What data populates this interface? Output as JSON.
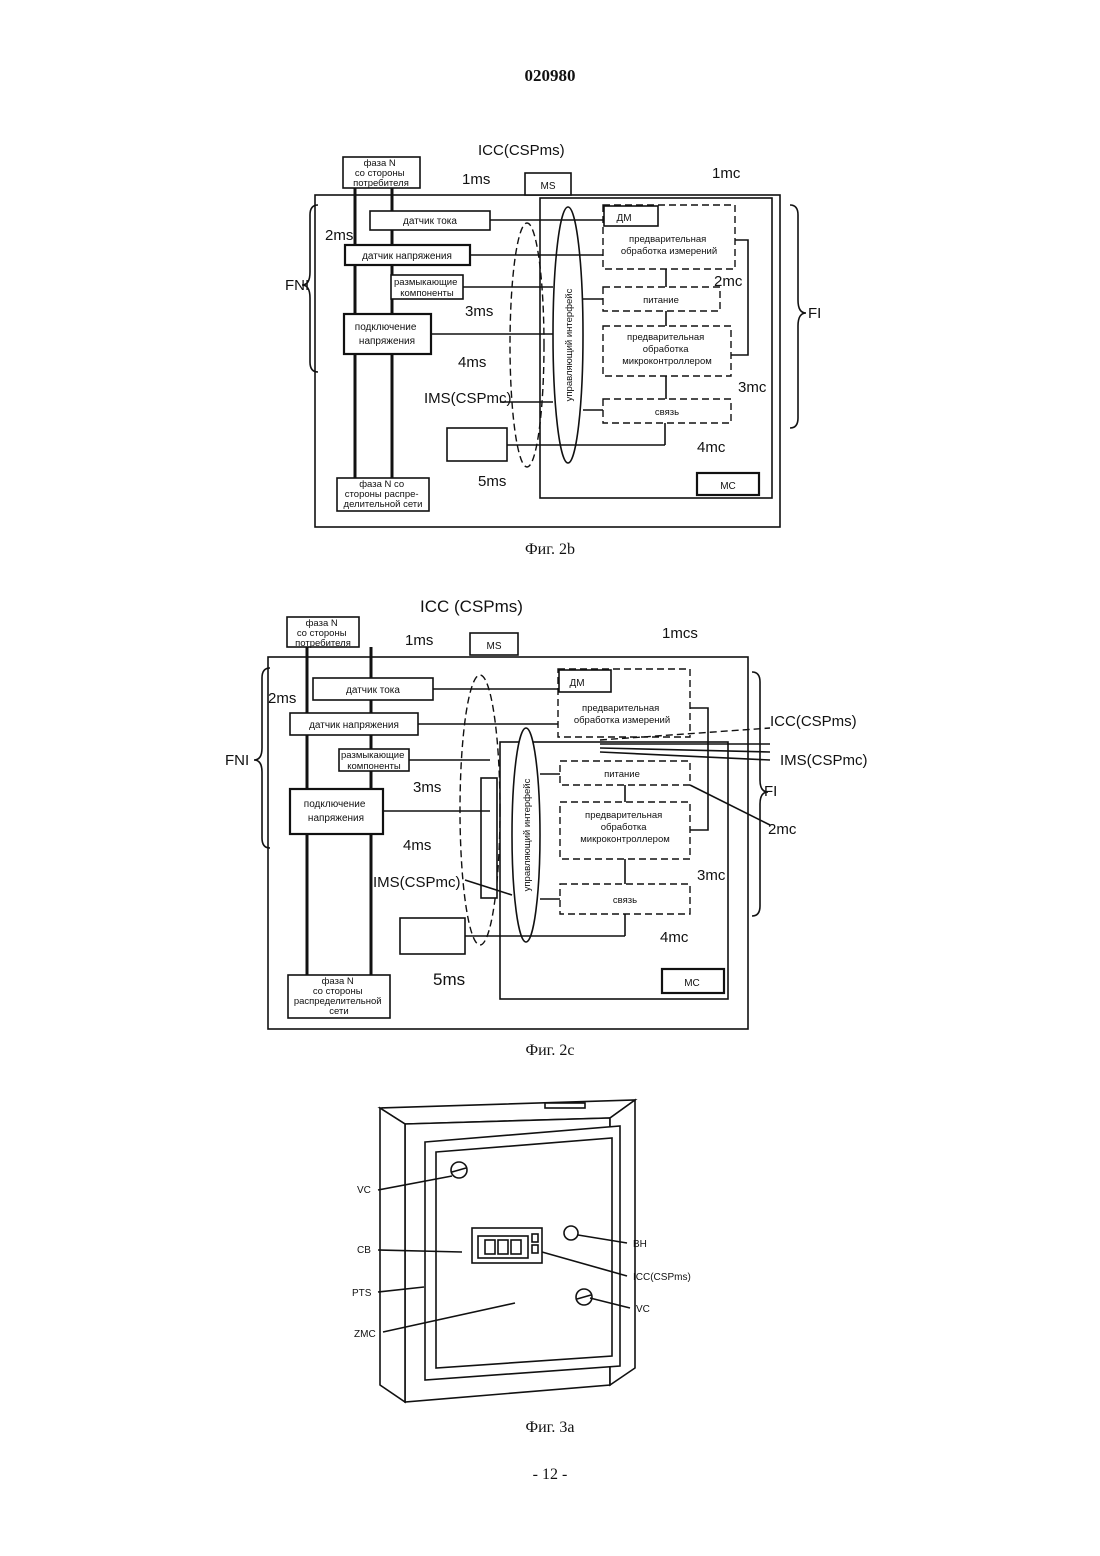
{
  "header": {
    "doc_number": "020980",
    "page_number": "- 12 -"
  },
  "fig2b": {
    "caption": "Фиг. 2b",
    "phase_top": [
      "фаза N",
      "со стороны",
      "потребителя"
    ],
    "phase_bottom": [
      "фаза N со",
      "стороны распре-",
      "делительной сети"
    ],
    "current_sensor": "датчик тока",
    "voltage_sensor": "датчик напряжения",
    "breaking": [
      "размыкающие",
      "компоненты"
    ],
    "voltage_connect": [
      "подключение",
      "напряжения"
    ],
    "dm": "ДМ",
    "preproc_meas": [
      "предварительная",
      "обработка измерений"
    ],
    "power": "питание",
    "preproc_mc": [
      "предварительная",
      "обработка",
      "микроконтроллером"
    ],
    "comm": "связь",
    "interface": "управляющий интерфейс",
    "ms": "MS",
    "mc": "MC",
    "l_icc": "ICC(CSPms)",
    "l_ims": "IMS(CSPmc)",
    "l_1ms": "1ms",
    "l_2ms": "2ms",
    "l_3ms": "3ms",
    "l_4ms": "4ms",
    "l_5ms": "5ms",
    "l_1mc": "1mc",
    "l_2mc": "2mc",
    "l_3mc": "3mc",
    "l_4mc": "4mc",
    "l_fni": "FNI",
    "l_fi": "FI"
  },
  "fig2c": {
    "caption": "Фиг. 2c",
    "phase_top": [
      "фаза N",
      "со стороны",
      "потребителя"
    ],
    "phase_bottom": [
      "фаза N",
      "со стороны",
      "распределительной",
      "сети"
    ],
    "current_sensor": "датчик тока",
    "voltage_sensor": "датчик напряжения",
    "breaking": [
      "размыкающие",
      "компоненты"
    ],
    "voltage_connect": [
      "подключение",
      "напряжения"
    ],
    "dm": "ДМ",
    "preproc_meas": [
      "предварительная",
      "обработка измерений"
    ],
    "power": "питание",
    "preproc_mc": [
      "предварительная",
      "обработка",
      "микроконтроллером"
    ],
    "comm": "связь",
    "interface": "управляющий интерфейс",
    "ms": "MS",
    "mc": "MC",
    "l_icc_top": "ICC (CSPms)",
    "l_icc_right": "ICC(CSPms)",
    "l_ims_right": "IMS(CSPmc)",
    "l_ims_left": "IMS(CSPmc)",
    "l_1ms": "1ms",
    "l_2ms": "2ms",
    "l_3ms": "3ms",
    "l_4ms": "4ms",
    "l_5ms": "5ms",
    "l_1mcs": "1mcs",
    "l_2mc": "2mc",
    "l_3mc": "3mc",
    "l_4mc": "4mc",
    "l_fni": "FNI",
    "l_fi": "FI"
  },
  "fig3a": {
    "caption": "Фиг. 3a",
    "l_vc1": "VC",
    "l_cb": "CB",
    "l_pts": "PTS",
    "l_zmc": "ZMC",
    "l_bh": "BH",
    "l_icc": "ICC(CSPms)",
    "l_vc2": "VC"
  }
}
